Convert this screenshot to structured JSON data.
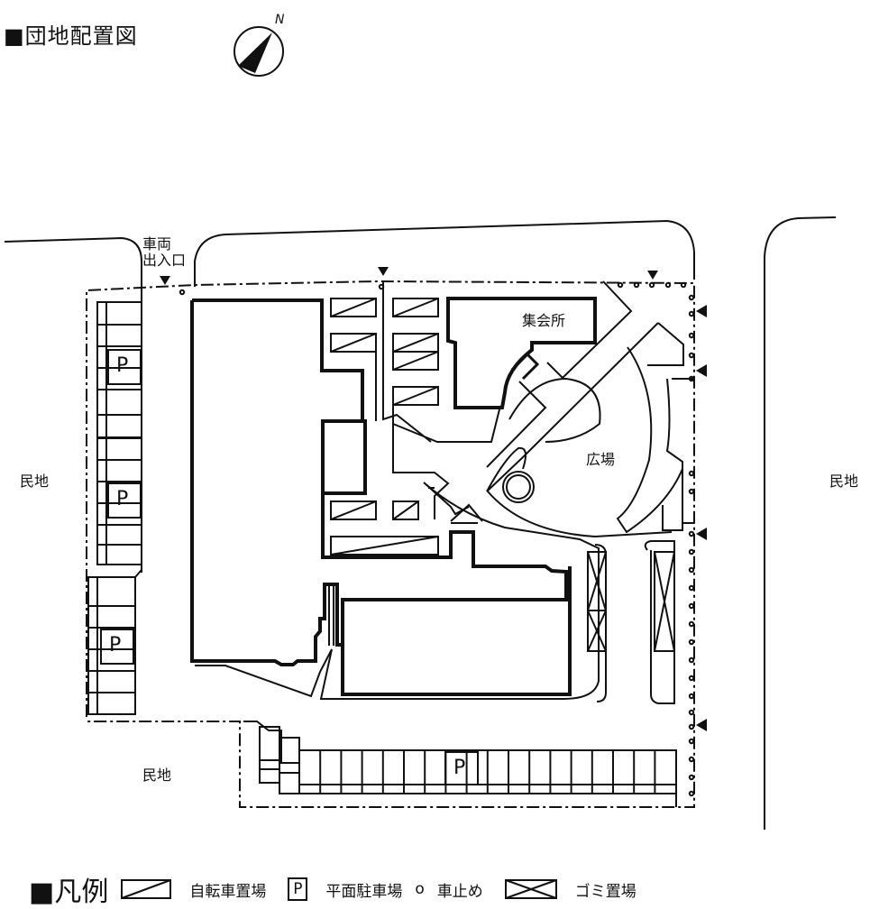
{
  "title": "■団地配置図",
  "compass": {
    "north_label": "N"
  },
  "labels": {
    "vehicle_entrance_line1": "車両",
    "vehicle_entrance_line2": "出入口",
    "meeting_hall": "集会所",
    "plaza": "広場",
    "private_land_left": "民地",
    "private_land_right": "民地",
    "private_land_bottom": "民地",
    "parking_marker": "P"
  },
  "legend": {
    "heading": "■凡例",
    "items": [
      {
        "symbol": "bicycle-parking-icon",
        "label": "自転車置場"
      },
      {
        "symbol": "parking-icon",
        "symbol_text": "P",
        "label": "平面駐車場"
      },
      {
        "symbol": "bollard-icon",
        "symbol_text": "o",
        "label": "車止め"
      },
      {
        "symbol": "garbage-area-icon",
        "label": "ゴミ置場"
      }
    ]
  }
}
